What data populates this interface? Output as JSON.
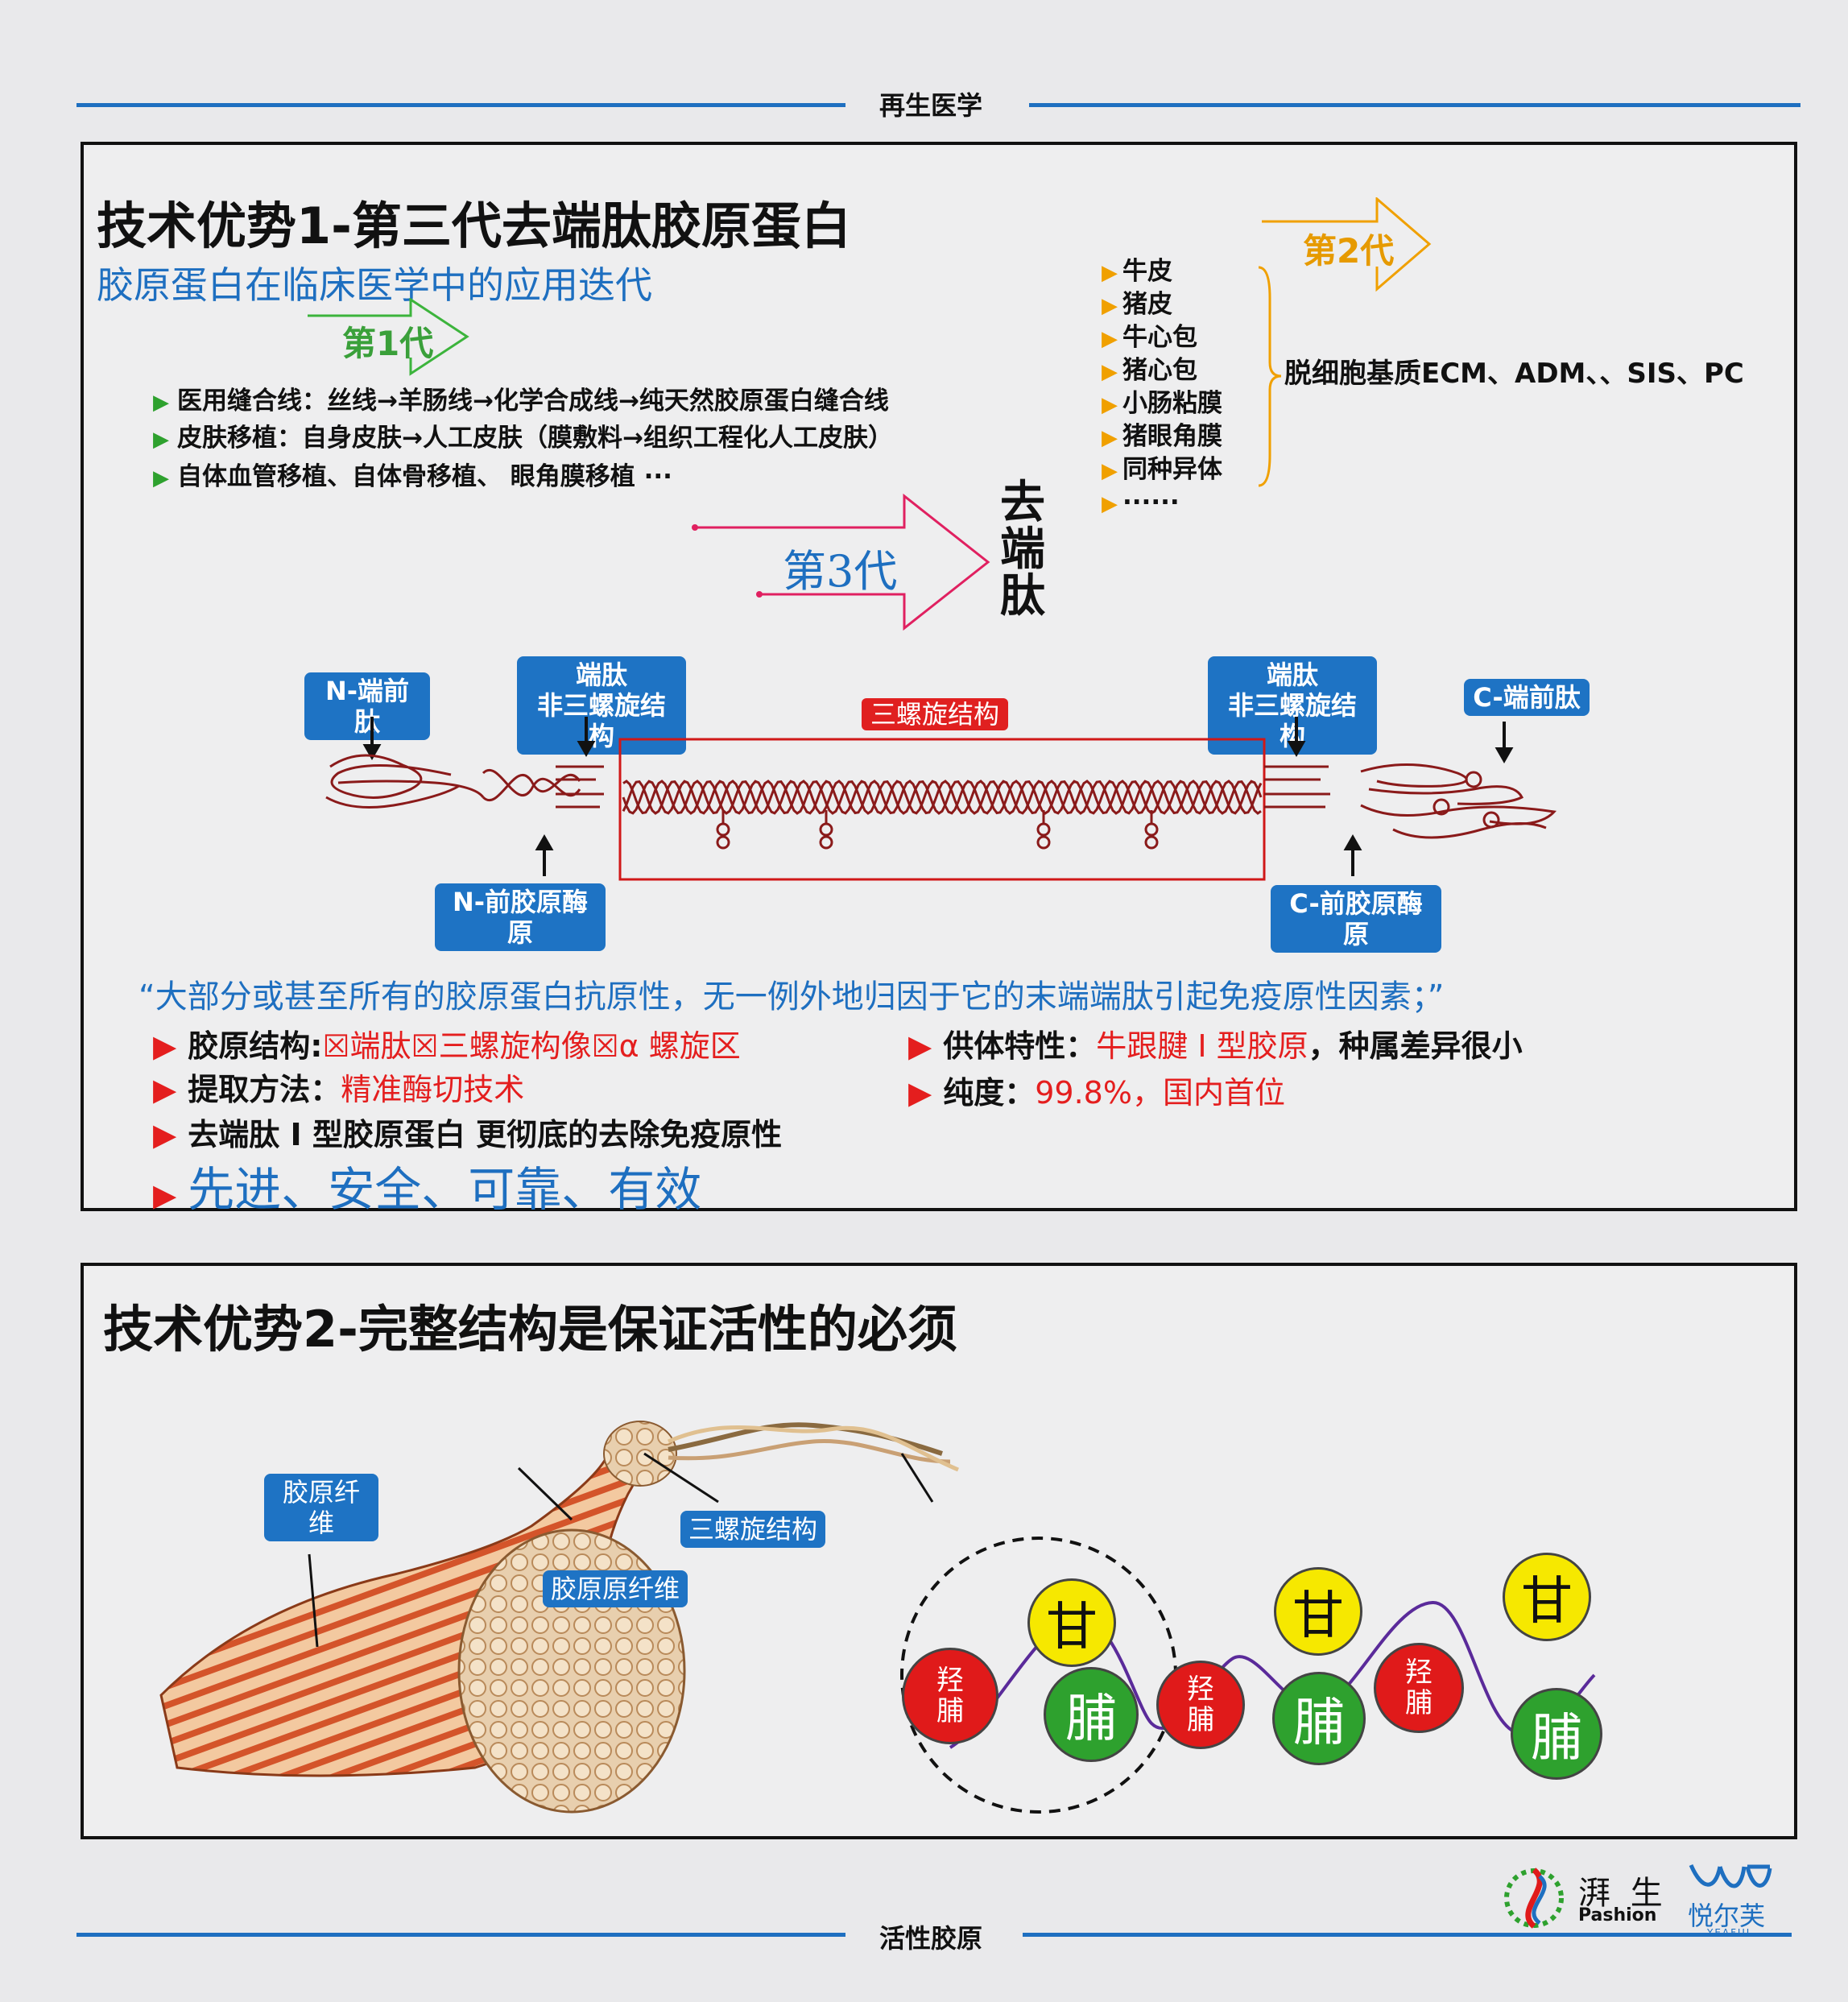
{
  "header": {
    "label": "再生医学"
  },
  "footer": {
    "label": "活性胶原"
  },
  "panel1": {
    "title": "技术优势1-第三代去端肽胶原蛋白",
    "subtitle": "胶原蛋白在临床医学中的应用迭代",
    "gen1_label": "第1代",
    "gen1_items": [
      "医用缝合线：丝线→羊肠线→化学合成线→纯天然胶原蛋白缝合线",
      "皮肤移植：自身皮肤→人工皮肤（膜敷料→组织工程化人工皮肤）",
      "自体血管移植、自体骨移植、 眼角膜移植 ···"
    ],
    "gen2_label": "第2代",
    "gen2_items": [
      "牛皮",
      "猪皮",
      "牛心包",
      "猪心包",
      "小肠粘膜",
      "猪眼角膜",
      "同种异体",
      "······"
    ],
    "gen2_summary": "脱细胞基质ECM、ADM、、SIS、PC",
    "gen3_label": "第3代",
    "gen3_target": "去端肽",
    "diagram": {
      "n_propeptide": "N-端前肽",
      "telopeptide_line1": "端肽",
      "telopeptide_line2": "非三螺旋结构",
      "triple_helix": "三螺旋结构",
      "c_propeptide": "C-端前肽",
      "n_procollagen": "N-前胶原酶原",
      "c_procollagen": "C-前胶原酶原"
    },
    "quote": "“大部分或甚至所有的胶原蛋白抗原性，无一例外地归因于它的末端端肽引起免疫原性因素；”",
    "points_left": [
      {
        "label": "胶原结构:",
        "value": "☒端肽☒三螺旋构像☒α 螺旋区"
      },
      {
        "label": "提取方法：",
        "value": "精准酶切技术"
      },
      {
        "label": "去端肽 I 型胶原蛋白 更彻底的去除免疫原性",
        "value": ""
      }
    ],
    "points_right": [
      {
        "label": "供体特性：",
        "value": "牛跟腱 I 型胶原",
        "suffix": "，种属差异很小"
      },
      {
        "label": "纯度：",
        "value": "99.8%，国内首位",
        "suffix": ""
      }
    ],
    "slogan": "先进、安全、可靠、有效"
  },
  "panel2": {
    "title": "技术优势2-完整结构是保证活性的必须",
    "label_fiber": "胶原纤维",
    "label_fibril": "胶原原纤维",
    "label_helix": "三螺旋结构",
    "aa_gly": "甘",
    "aa_hyp": "羟脯",
    "aa_pro": "脯"
  },
  "logo": {
    "brand1": "湃 生",
    "brand1_en": "Pashion",
    "brand2": "悦尔芙",
    "brand2_en": "YEAFUL"
  },
  "colors": {
    "blue": "#1e6fc0",
    "red": "#e41e1e",
    "green": "#2ea12e",
    "yellow": "#f0a000"
  }
}
